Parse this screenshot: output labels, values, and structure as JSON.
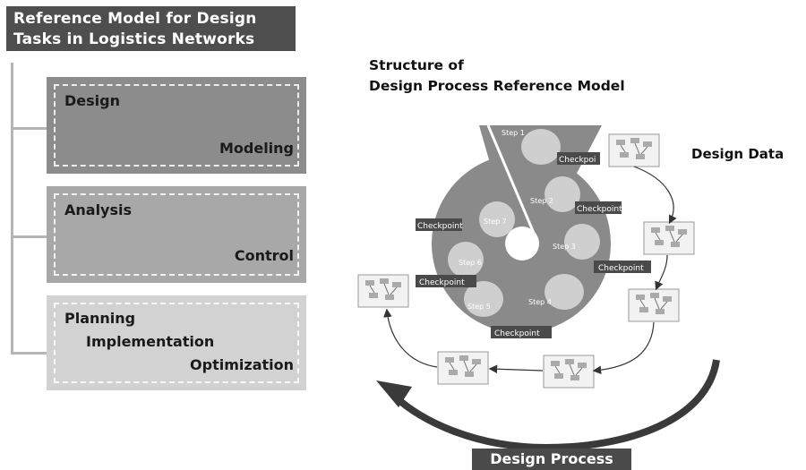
{
  "reference_title": {
    "line1": "Reference Model for Design",
    "line2": "Tasks in Logistics Networks"
  },
  "blocks": [
    {
      "top_label": "Design",
      "bottom_label": "Modeling",
      "color": "#8c8c8c"
    },
    {
      "top_label": "Analysis",
      "bottom_label": "Control",
      "color": "#a8a8a8"
    },
    {
      "top_label": "Planning",
      "middle_label": "Implementation",
      "bottom_label": "Optimization",
      "color": "#d2d2d2"
    }
  ],
  "structure_title": {
    "line1": "Structure of",
    "line2": "Design Process Reference Model"
  },
  "design_data_label": "Design Data",
  "design_process_label": "Design Process",
  "steps": [
    "Step 1",
    "Step 2",
    "Step 3",
    "Step 4",
    "Step 5",
    "Step 6",
    "Step 7"
  ],
  "checkpoint_label": "Checkpoint",
  "checkpoint_truncated": "Checkpoi",
  "colors": {
    "dark_box": "#4e4e4e",
    "wheel": "#8a8a8a",
    "hub": "#ffffff"
  }
}
